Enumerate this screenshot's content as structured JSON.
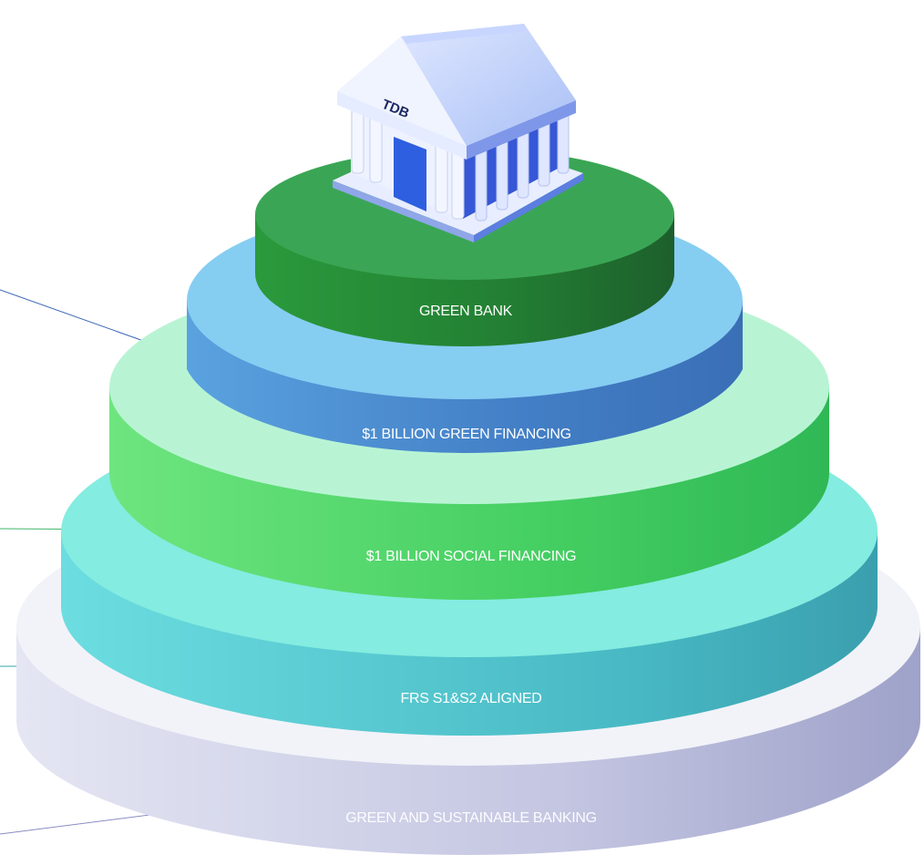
{
  "tiers": [
    {
      "label": "GREEN BANK",
      "top_color": "#3aa655",
      "side_color": "#238a35"
    },
    {
      "label": "$1 BILLION GREEN FINANCING",
      "top_color": "#86cdf2",
      "side_color": "#4a8ccc"
    },
    {
      "label": "$1 BILLION SOCIAL FINANCING",
      "top_color": "#b8f4d4",
      "side_color": "#4ed56a"
    },
    {
      "label": "FRS S1&S2 ALIGNED",
      "top_color": "#84ece0",
      "side_color": "#4cc0c8"
    },
    {
      "label": "GREEN AND SUSTAINABLE BANKING",
      "top_color": "#f2f3f9",
      "side_color": "#bcbfdc"
    }
  ],
  "building": {
    "logo_text": "TDB"
  },
  "colors": {
    "pointer_blue": "#3a64b5",
    "pointer_green": "#3fb56a",
    "pointer_teal": "#2fa8a8",
    "pointer_purple": "#8a8cc4"
  }
}
